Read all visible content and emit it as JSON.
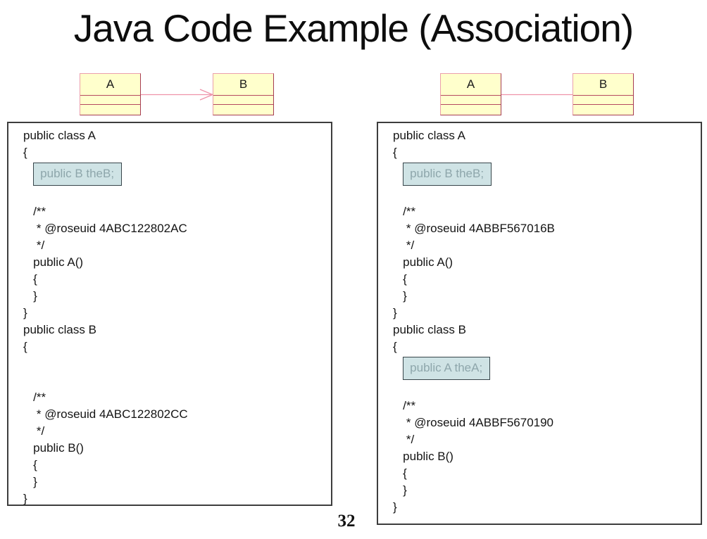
{
  "slide": {
    "title": "Java Code Example (Association)",
    "page_number": "32"
  },
  "diagram_left": {
    "class_a_label": "A",
    "class_b_label": "B",
    "connector": "line-with-open-arrowhead-pointing-to-B"
  },
  "diagram_right": {
    "class_a_label": "A",
    "class_b_label": "B",
    "connector": "plain-line"
  },
  "colors": {
    "class_box_fill": "#ffffcc",
    "class_box_border_dark": "#a63c52",
    "class_box_border_light": "#eb9fab",
    "class_box_divider": "#b5495f",
    "connector_pink": "#ef93a9",
    "highlight_fill": "#cfe3e5",
    "highlight_border": "#37454a",
    "highlight_text": "#8ea6ab",
    "code_box_border": "#3d3d3d"
  },
  "code_left": {
    "lines": [
      {
        "text": "public class A"
      },
      {
        "text": "{"
      },
      {
        "text": "   public B theB;",
        "highlight": true
      },
      {
        "text": ""
      },
      {
        "text": "   /**"
      },
      {
        "text": "    * @roseuid 4ABC122802AC"
      },
      {
        "text": "    */"
      },
      {
        "text": "   public A()"
      },
      {
        "text": "   {"
      },
      {
        "text": "   }"
      },
      {
        "text": "}"
      },
      {
        "text": "public class B"
      },
      {
        "text": "{"
      },
      {
        "text": ""
      },
      {
        "text": ""
      },
      {
        "text": "   /**"
      },
      {
        "text": "    * @roseuid 4ABC122802CC"
      },
      {
        "text": "    */"
      },
      {
        "text": "   public B()"
      },
      {
        "text": "   {"
      },
      {
        "text": "   }"
      },
      {
        "text": "}"
      }
    ]
  },
  "code_right": {
    "lines": [
      {
        "text": "public class A"
      },
      {
        "text": "{"
      },
      {
        "text": "   public B theB;",
        "highlight": true
      },
      {
        "text": ""
      },
      {
        "text": "   /**"
      },
      {
        "text": "    * @roseuid 4ABBF567016B"
      },
      {
        "text": "    */"
      },
      {
        "text": "   public A()"
      },
      {
        "text": "   {"
      },
      {
        "text": "   }"
      },
      {
        "text": "}"
      },
      {
        "text": "public class B"
      },
      {
        "text": "{"
      },
      {
        "text": "   public A theA;",
        "highlight": true
      },
      {
        "text": ""
      },
      {
        "text": "   /**"
      },
      {
        "text": "    * @roseuid 4ABBF5670190"
      },
      {
        "text": "    */"
      },
      {
        "text": "   public B()"
      },
      {
        "text": "   {"
      },
      {
        "text": "   }"
      },
      {
        "text": "}"
      }
    ]
  }
}
